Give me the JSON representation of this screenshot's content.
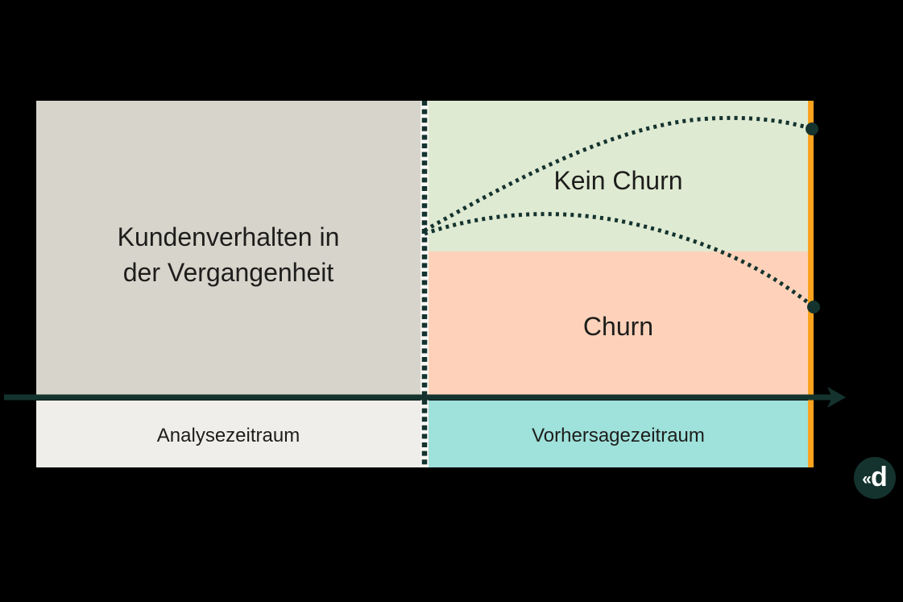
{
  "diagram": {
    "title_context": "Churn-Vorhersage Zeitachsen-Diagramm",
    "past_box": {
      "lines": [
        "Kundenverhalten in",
        "der Vergangenheit"
      ]
    },
    "outcomes": {
      "no_churn_label": "Kein Churn",
      "churn_label": "Churn"
    },
    "timeline": {
      "analysis_label": "Analysezeitraum",
      "prediction_label": "Vorhersagezeitraum"
    }
  },
  "logo": {
    "chevrons": "«",
    "letter": "d"
  },
  "colors": {
    "background": "#000000",
    "past_box_bg": "#d7d4cc",
    "divider_gap_bg": "#f8f7f3",
    "no_churn_bg": "#dfead3",
    "churn_bg": "#fed2ba",
    "analysis_bg": "#efeeea",
    "prediction_bg": "#9fe1db",
    "orange_line": "#fba31e",
    "axis_color": "#14332e",
    "dotted_color": "#14332e",
    "text_color": "#1d1d1b",
    "logo_bg": "#14332e",
    "logo_fg": "#ffffff"
  }
}
